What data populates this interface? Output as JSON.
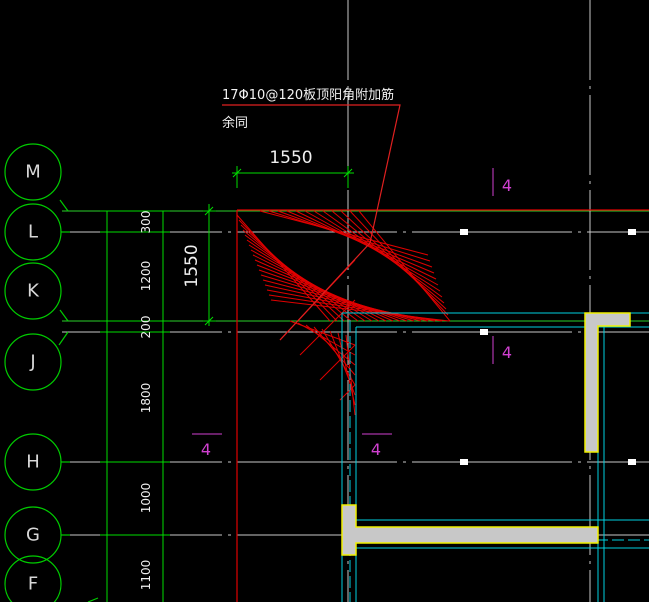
{
  "drawing": {
    "grid_labels": [
      "M",
      "L",
      "K",
      "J",
      "H",
      "G",
      "F"
    ],
    "rebar_note_line1": "17Φ10@120板顶阳角附加筋",
    "rebar_note_line2": "余同",
    "dim_top": "1550",
    "dim_vertical": "1550",
    "dim_chain": [
      "300",
      "1200",
      "200",
      "1800",
      "1000",
      "1100"
    ],
    "section_marks": [
      "4",
      "4",
      "4",
      "4"
    ],
    "edge_clip_text": "1550"
  },
  "colors": {
    "background": "#000000",
    "grid_circle": "#00cc00",
    "dimension": "#00dd00",
    "axis_line": "#c8c8c8",
    "hatch_red": "#e00000",
    "leader_red": "#e02020",
    "section_mark": "#d040d0",
    "wall_cyan": "#00d0e0",
    "column_fill": "#c8c8c8",
    "column_edge": "#f0f000"
  }
}
